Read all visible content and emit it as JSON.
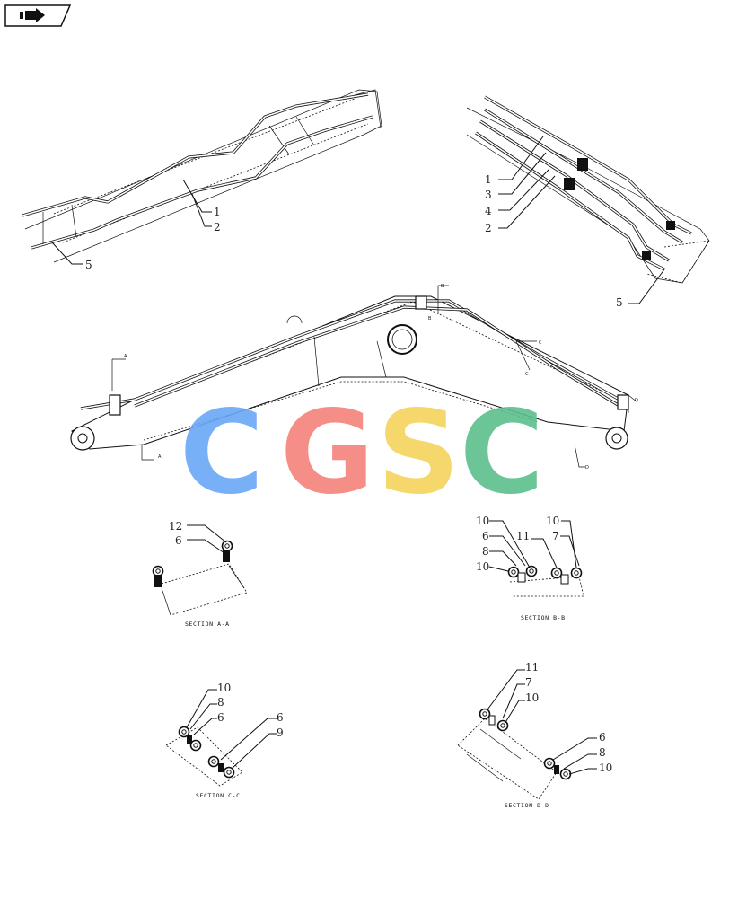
{
  "icon": "page-forward-icon",
  "colors": {
    "c1": "#6aa8f7",
    "g": "#f4827a",
    "s": "#f5d35c",
    "c2": "#5cbf8c",
    "ink": "#111111"
  },
  "watermark": {
    "letters": [
      "C",
      "G",
      "S",
      "C"
    ]
  },
  "callouts": {
    "top_left": [
      "1",
      "2",
      "5"
    ],
    "top_right": [
      "1",
      "3",
      "4",
      "2",
      "5"
    ],
    "sec_aa": [
      "12",
      "6"
    ],
    "sec_bb": [
      "10",
      "6",
      "8",
      "10",
      "11",
      "10",
      "7"
    ],
    "sec_cc": [
      "10",
      "8",
      "6",
      "6",
      "9"
    ],
    "sec_dd": [
      "11",
      "7",
      "10",
      "6",
      "8",
      "10"
    ]
  },
  "section_markers": {
    "a": "A",
    "b": "B",
    "c": "C",
    "d": "D"
  },
  "sections": {
    "aa": "SECTION A-A",
    "bb": "SECTION B-B",
    "cc": "SECTION C-C",
    "dd": "SECTION D-D"
  }
}
